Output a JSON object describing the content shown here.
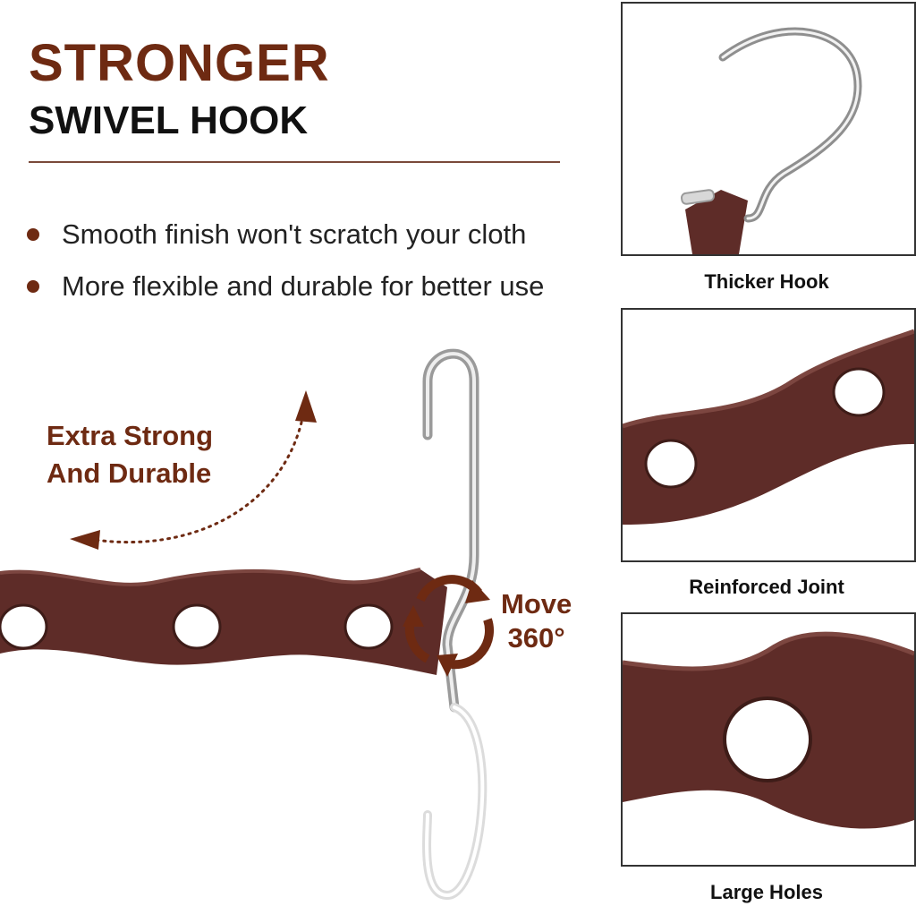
{
  "heading": {
    "main": "STRONGER",
    "sub": "SWIVEL HOOK"
  },
  "bullets": [
    "Smooth finish won't scratch your cloth",
    "More flexible and durable for better use"
  ],
  "callout": {
    "line1": "Extra Strong",
    "line2": "And Durable"
  },
  "rotation": {
    "line1": "Move",
    "line2": "360°"
  },
  "panels": [
    {
      "caption": "Thicker Hook"
    },
    {
      "caption": "Reinforced Joint"
    },
    {
      "caption": "Large Holes"
    }
  ],
  "colors": {
    "accent": "#6e2a12",
    "wood": "#5e2c28",
    "chrome": "#c8c8c8"
  }
}
